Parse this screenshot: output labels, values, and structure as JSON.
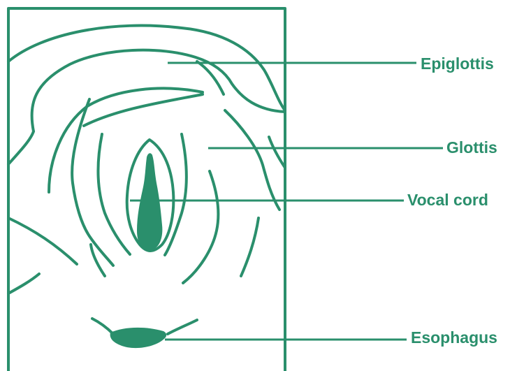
{
  "labels": {
    "epiglottis": "Epiglottis",
    "glottis": "Glottis",
    "vocal_cord": "Vocal cord",
    "esophagus": "Esophagus"
  },
  "colors": {
    "accent": "#2a8f6c",
    "background": "#ffffff"
  }
}
